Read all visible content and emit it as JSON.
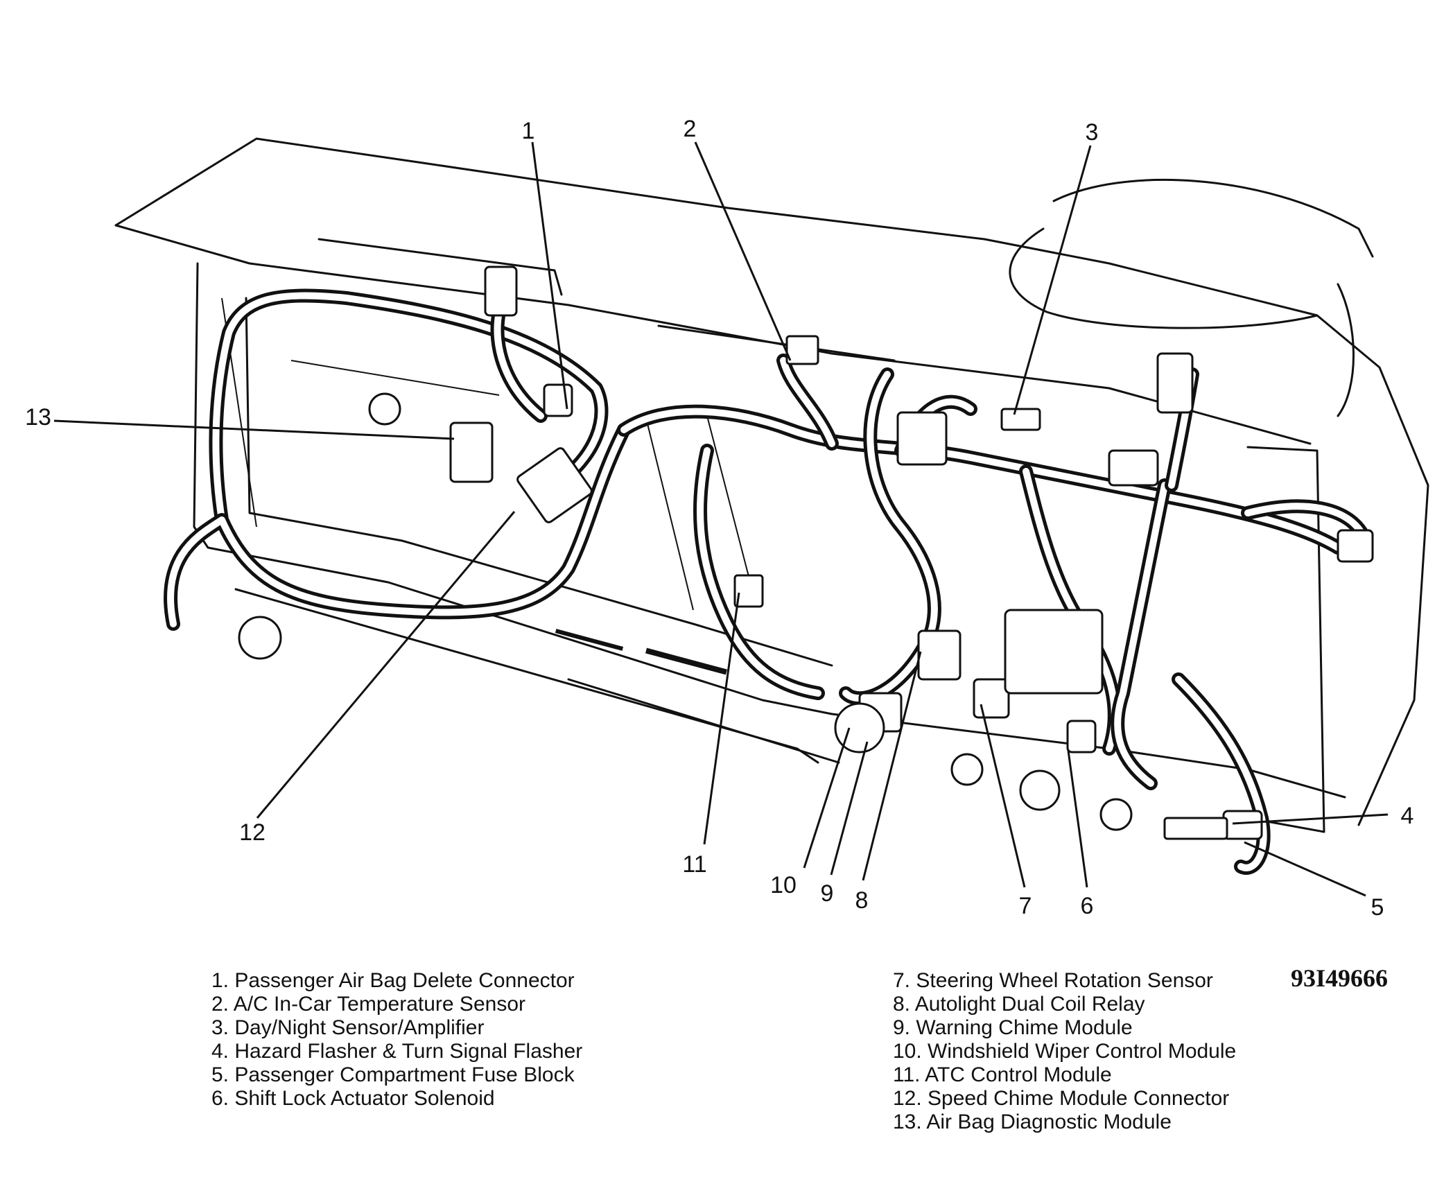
{
  "callouts": [
    "1",
    "2",
    "3",
    "4",
    "5",
    "6",
    "7",
    "8",
    "9",
    "10",
    "11",
    "12",
    "13"
  ],
  "legend": {
    "left": [
      "1. Passenger Air Bag Delete Connector",
      "2. A/C In-Car Temperature Sensor",
      "3. Day/Night Sensor/Amplifier",
      "4. Hazard Flasher & Turn Signal Flasher",
      "5. Passenger Compartment Fuse Block",
      "6. Shift Lock Actuator Solenoid"
    ],
    "right": [
      "7. Steering Wheel Rotation Sensor",
      "8. Autolight Dual Coil Relay",
      "9. Warning Chime Module",
      "10. Windshield Wiper Control Module",
      "11. ATC Control Module",
      "12. Speed Chime Module Connector",
      "13. Air Bag Diagnostic Module"
    ]
  },
  "figure_code": "93I49666"
}
